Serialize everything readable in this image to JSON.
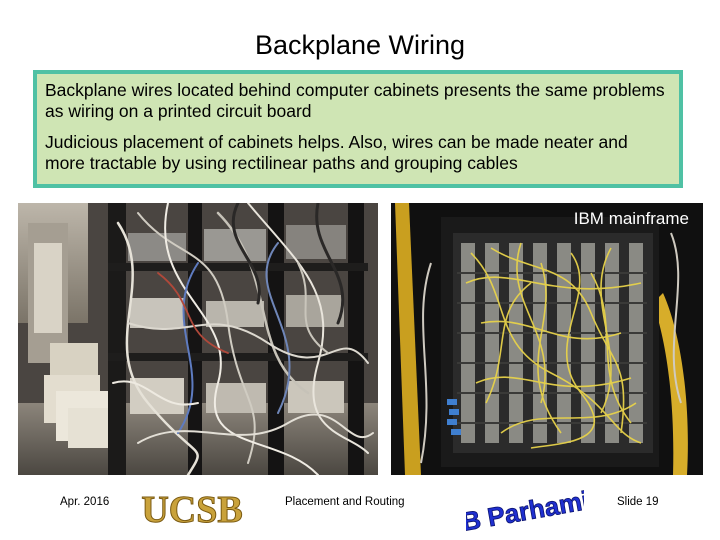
{
  "slide": {
    "title": "Backplane Wiring",
    "paragraphs": [
      "Backplane wires located behind computer cabinets presents the same problems as wiring on a printed circuit board",
      "Judicious placement of cabinets helps. Also, wires can be made neater and more tractable by using rectilinear paths and grouping cables"
    ],
    "photo_right_caption": "IBM mainframe"
  },
  "footer": {
    "date": "Apr. 2016",
    "course": "Placement and Routing",
    "slide_number": "Slide 19"
  },
  "logos": {
    "ucsb_text": "UCSB",
    "author_text": "B Parhami"
  },
  "colors": {
    "textbox_fill": "#cfe5b4",
    "textbox_border": "#4fc1a4",
    "ucsb_gold": "#c9a23b",
    "author_blue": "#1f2fd0"
  }
}
